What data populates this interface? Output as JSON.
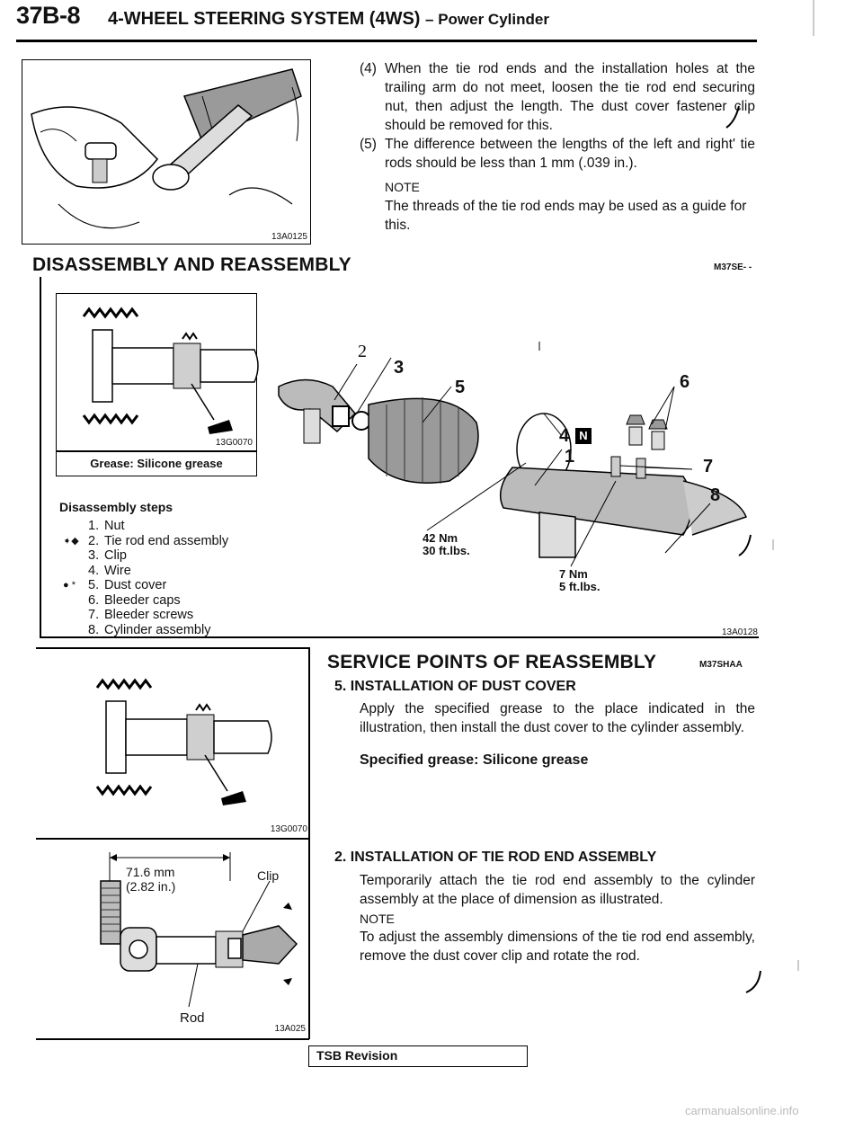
{
  "header": {
    "code": "37B-8",
    "title": "4-WHEEL STEERING SYSTEM (4WS)",
    "subtitle": "– Power Cylinder"
  },
  "top_figure": {
    "code": "13A0125"
  },
  "intro_steps": [
    {
      "num": "(4)",
      "text": "When the tie rod ends and the installation holes at the trailing arm do not meet, loosen the tie rod end securing nut, then adjust the length. The dust cover fastener clip should be removed for this."
    },
    {
      "num": "(5)",
      "text": "The difference between the lengths of the left and right' tie rods should be less than 1 mm (.039 in.)."
    }
  ],
  "intro_note": {
    "label": "NOTE",
    "text": "The threads of the tie rod ends may be used as a guide for this."
  },
  "disassembly": {
    "title": "DISASSEMBLY AND REASSEMBLY",
    "code": "M37SE- -",
    "grease_fig_code": "13G0070",
    "grease_caption": "Grease: Silicone grease",
    "steps_heading": "Disassembly steps",
    "steps": [
      {
        "marker": "",
        "num": "1.",
        "label": "Nut"
      },
      {
        "marker": "➧◆",
        "num": "2.",
        "label": "Tie rod end assembly"
      },
      {
        "marker": "",
        "num": "3.",
        "label": "Clip"
      },
      {
        "marker": "",
        "num": "4.",
        "label": "Wire"
      },
      {
        "marker": "● *",
        "num": "5.",
        "label": "Dust cover"
      },
      {
        "marker": "",
        "num": "6.",
        "label": "Bleeder caps"
      },
      {
        "marker": "",
        "num": "7.",
        "label": "Bleeder screws"
      },
      {
        "marker": "",
        "num": "8.",
        "label": "Cylinder assembly"
      }
    ],
    "torque1": {
      "nm": "42 Nm",
      "ftlbs": "30 ft.lbs."
    },
    "torque2": {
      "nm": "7 Nm",
      "ftlbs": "5 ft.lbs."
    },
    "callouts": [
      "2",
      "3",
      "5",
      "6",
      "4",
      "N",
      "1",
      "7",
      "8"
    ],
    "diagram_code": "13A0128"
  },
  "service": {
    "title": "SERVICE POINTS OF REASSEMBLY",
    "code": "M37SHAA",
    "item5": {
      "title": "5. INSTALLATION OF DUST COVER",
      "text": "Apply the specified grease to the place indicated in the illustration, then install the dust cover to the cylinder assembly.",
      "spec": "Specified grease: Silicone grease",
      "fig_code": "13G0070"
    },
    "item2": {
      "title": "2. INSTALLATION OF TIE ROD END ASSEMBLY",
      "text": "Temporarily attach the tie rod end assembly to the cylinder assembly at the place of dimension as illustrated.",
      "note_label": "NOTE",
      "note_text": "To adjust the assembly dimensions of the tie rod end assembly, remove the dust cover clip and rotate the rod.",
      "fig_dim_mm": "71.6 mm",
      "fig_dim_in": "(2.82 in.)",
      "fig_clip": "Clip",
      "fig_rod": "Rod",
      "fig_code": "13A025"
    }
  },
  "footer": {
    "tsb": "TSB Revision"
  },
  "watermark": "carmanualsonline.info"
}
